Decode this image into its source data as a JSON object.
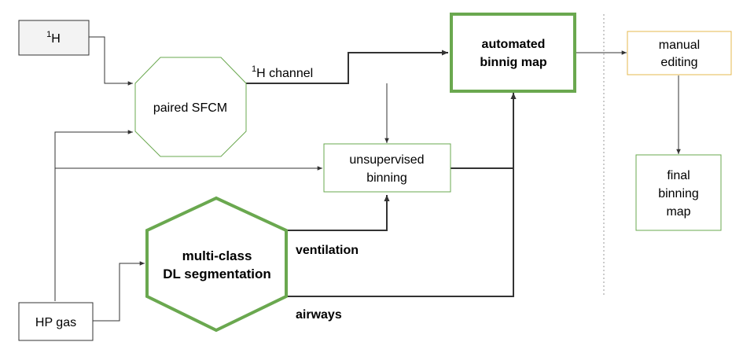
{
  "nodes": {
    "h1": {
      "sup": "1",
      "text": "H"
    },
    "hp_gas": {
      "text": "HP gas"
    },
    "paired_sfcm": {
      "text": "paired SFCM"
    },
    "unsupervised": {
      "line1": "unsupervised",
      "line2": "binning"
    },
    "dl_seg": {
      "line1": "multi-class",
      "line2": "DL segmentation"
    },
    "automated": {
      "line1": "automated",
      "line2": "binnig map"
    },
    "manual": {
      "line1": "manual",
      "line2": "editing"
    },
    "final": {
      "line1": "final",
      "line2": "binning",
      "line3": "map"
    }
  },
  "edges": {
    "h_channel": {
      "sup": "1",
      "text": "H channel"
    },
    "ventilation": "ventilation",
    "airways": "airways"
  },
  "colors": {
    "green": "#6aa84f",
    "orange": "#e6b84f",
    "gray_fill": "#f3f3f3",
    "line": "#333333",
    "dotted": "#999999"
  }
}
